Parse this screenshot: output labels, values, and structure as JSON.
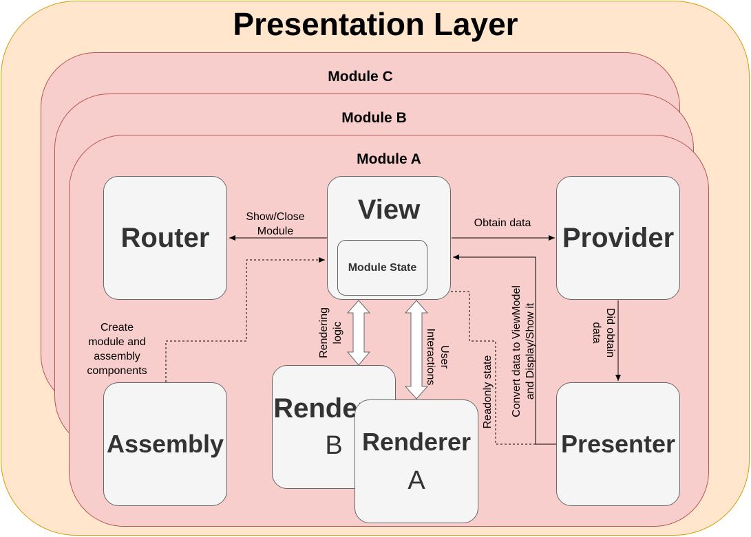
{
  "presentation_layer": {
    "title": "Presentation Layer"
  },
  "modules": {
    "module_c": "Module C",
    "module_b": "Module B",
    "module_a": "Module A"
  },
  "components": {
    "router": "Router",
    "view": "View",
    "module_state": "Module State",
    "provider": "Provider",
    "assembly": "Assembly",
    "renderer_b": {
      "name": "Renderer",
      "suffix": "B"
    },
    "renderer_a": {
      "name": "Renderer",
      "suffix": "A"
    },
    "presenter": "Presenter"
  },
  "edges": {
    "show_close_line1": "Show/Close",
    "show_close_line2": "Module",
    "obtain_data": "Obtain data",
    "create_components": [
      "Create",
      "module and",
      "assembly",
      "components"
    ],
    "rendering_logic": [
      "Rendering",
      "logic"
    ],
    "user_interactions": [
      "User",
      "Interactions"
    ],
    "readonly_state": "Readonly state",
    "convert_data": [
      "Convert data to ViewModel",
      "and Display/Show it"
    ],
    "did_obtain_data": [
      "Did obtain",
      "data"
    ]
  },
  "colors": {
    "layer_fill": "#ffe6cc",
    "layer_stroke": "#d79b00",
    "module_fill": "#f8cecc",
    "module_stroke": "#b85450",
    "box_fill": "#f5f5f5",
    "box_stroke": "#666666"
  }
}
